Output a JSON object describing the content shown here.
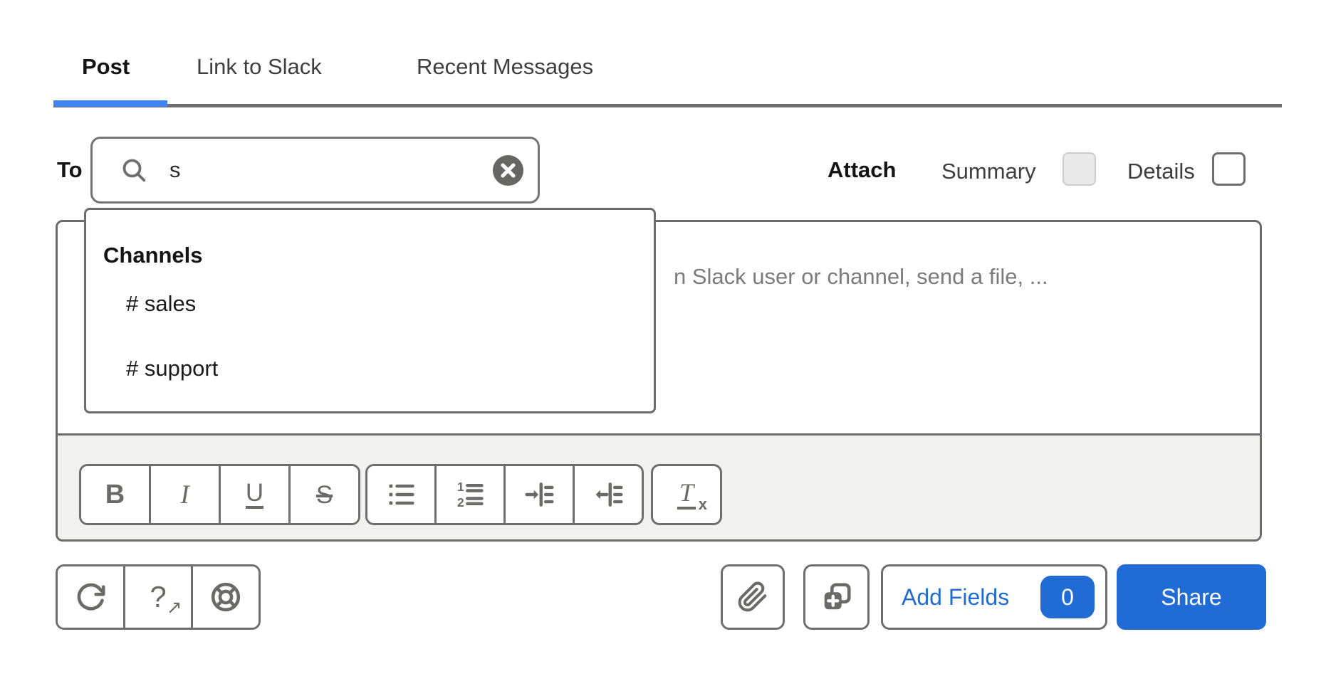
{
  "tabs": {
    "post": "Post",
    "link_to_slack": "Link to Slack",
    "recent_messages": "Recent Messages",
    "active_tab": "Post"
  },
  "to": {
    "label": "To",
    "search_value": "s"
  },
  "attach": {
    "label": "Attach",
    "summary_label": "Summary",
    "details_label": "Details",
    "summary_checked": false,
    "summary_disabled": true,
    "details_checked": false
  },
  "suggestions": {
    "header": "Channels",
    "items": [
      "# sales",
      "# support"
    ]
  },
  "composer": {
    "placeholder_visible": "n Slack user or channel, send a file, ..."
  },
  "toolbar": {
    "letters": {
      "bold": "B",
      "italic": "I",
      "underline": "U",
      "strike": "S",
      "clear": "T",
      "clear_sub": "x"
    },
    "numbers": {
      "one": "1",
      "two": "2"
    },
    "buttons": [
      "bold",
      "italic",
      "underline",
      "strikethrough",
      "bulleted-list",
      "numbered-list",
      "indent",
      "outdent",
      "remove-formatting"
    ]
  },
  "footer": {
    "help_glyph": "?",
    "help_arrow": "↗",
    "add_fields_label": "Add Fields",
    "add_fields_count": "0",
    "share_label": "Share",
    "left_icons": [
      "redo",
      "help",
      "support"
    ],
    "right_icons": [
      "paperclip",
      "add-template"
    ]
  },
  "icons": {
    "search": "magnifier",
    "clear": "circle-x",
    "redo": "clockwise-arrow",
    "help": "question-external",
    "support": "lifebuoy",
    "paperclip": "attach-file",
    "add_template": "copy-plus"
  },
  "colors": {
    "accent_blue": "#206cd4",
    "tab_underline_blue": "#4185f3",
    "border_gray": "#6e6e6e",
    "toolbar_bg": "#f1f1f0",
    "disabled_checkbox_bg": "#e9e9e9"
  }
}
